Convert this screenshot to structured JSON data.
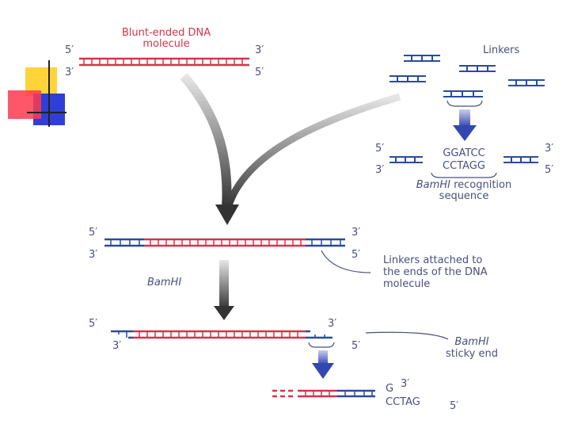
{
  "title": {
    "line1": "Blunt-ended DNA",
    "line2": "molecule"
  },
  "ends": {
    "five": "5′",
    "three": "3′"
  },
  "linkers_label": "Linkers",
  "recognition": {
    "top_seq": "GGATCC",
    "bottom_seq": "CCTAGG",
    "enzyme": "BamHI",
    "label_rest": " recognition",
    "label_line2": "sequence"
  },
  "attached_note": {
    "line1": "Linkers attached to",
    "line2": "the ends of the DNA",
    "line3": "molecule"
  },
  "digest_label": "BamHI",
  "sticky_note": {
    "enzyme": "BamHI",
    "line2": "sticky end"
  },
  "product": {
    "top": "G",
    "bottom": "CCTAG",
    "three": "3′",
    "five": "5′"
  },
  "colors": {
    "dna": "#d8334a",
    "linker": "#2a4c9c",
    "text": "#4a4f7a"
  },
  "icons": [
    "logo-square-blocks-icon",
    "arrow-down-icon",
    "curved-arrow-icon"
  ]
}
